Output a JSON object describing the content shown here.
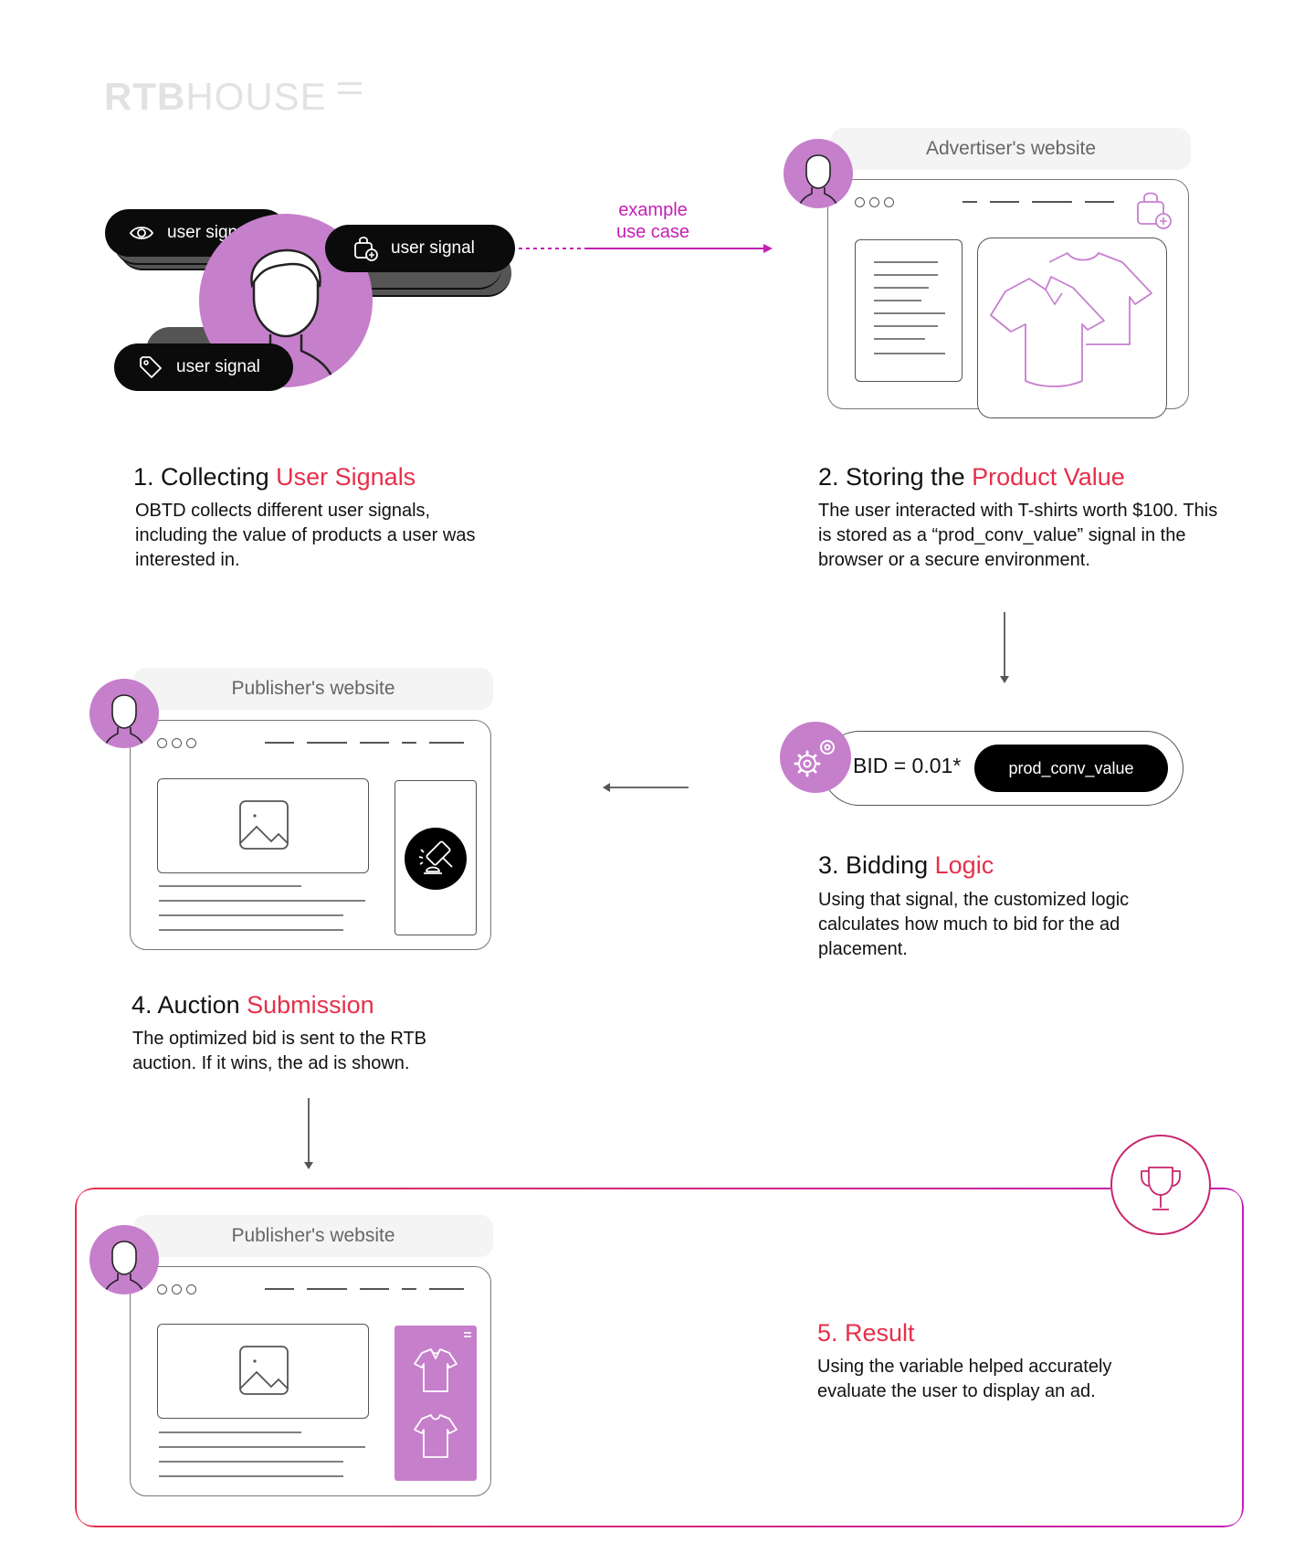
{
  "logo": {
    "bold": "RTB",
    "light": "HOUSE"
  },
  "step1": {
    "pills": [
      "user signal",
      "user signal",
      "user signal"
    ],
    "number": "1.",
    "title_plain": "Collecting",
    "title_accent": "User Signals",
    "body": "OBTD collects different user signals, including the value of products a user was interested in."
  },
  "connector": {
    "label_line1": "example",
    "label_line2": "use case"
  },
  "step2": {
    "site_label": "Advertiser's website",
    "number": "2.",
    "title_plain": "Storing the",
    "title_accent": "Product Value",
    "body": "The user interacted with T-shirts worth $100. This is stored as a “prod_conv_value” signal in the browser or a secure environment."
  },
  "step3": {
    "bid_formula": "BID = 0.01*",
    "bid_variable": "prod_conv_value",
    "number": "3.",
    "title_plain": "Bidding",
    "title_accent": "Logic",
    "body": "Using that signal, the customized logic calculates how much to bid for the ad placement."
  },
  "step4": {
    "site_label": "Publisher's website",
    "number": "4.",
    "title_plain": "Auction",
    "title_accent": "Submission",
    "body": "The optimized bid is sent to the RTB auction. If it wins, the ad is shown."
  },
  "step5": {
    "site_label": "Publisher's website",
    "title": "5. Result",
    "body": "Using the variable helped accurately evaluate the user to display an ad."
  },
  "colors": {
    "accent": "#e62f4a",
    "magenta": "#c41fb5",
    "avatar": "#c67fcb",
    "outline": "#c77fd0"
  },
  "icons": [
    "eye-icon",
    "shopping-bag-plus-icon",
    "price-tag-icon",
    "user-icon",
    "gears-icon",
    "auction-gavel-icon",
    "image-icon",
    "tshirt-icon",
    "trophy-icon"
  ]
}
